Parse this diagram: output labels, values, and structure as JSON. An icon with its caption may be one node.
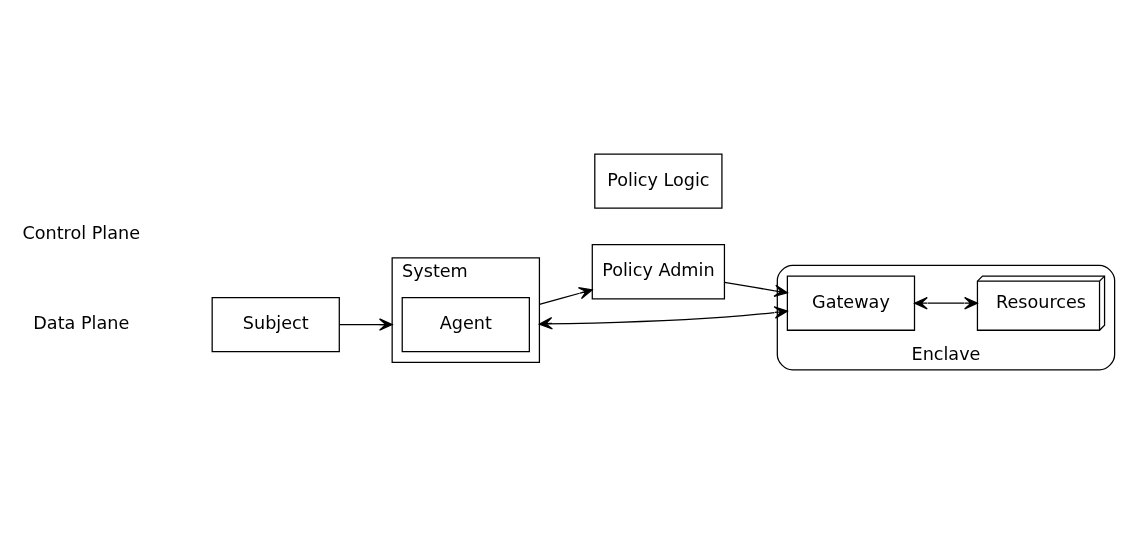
{
  "diagram": {
    "nodes": [
      {
        "text": [
          "Policy Logic"
        ]
      },
      {
        "text": [
          "Policy Admin"
        ]
      },
      {
        "text": [
          "Subject"
        ]
      },
      {
        "text": [
          "System"
        ]
      },
      {
        "text": [
          "Agent"
        ],
        "in": 3
      },
      {
        "text": [
          "Enclave"
        ]
      },
      {
        "text": [
          "Gateway"
        ],
        "in": 5
      },
      {
        "text": [
          "Resources"
        ],
        "in": 5
      }
    ],
    "edges": [
      {
        "from": 2,
        "to": 3,
        "arrow": "to"
      },
      {
        "from": 3,
        "to": 1,
        "arrow": "to"
      },
      {
        "from": 1,
        "to": 6,
        "arrow": "to"
      },
      {
        "from": 3,
        "to": 6,
        "arrow": "both"
      },
      {
        "from": 6,
        "to": 7,
        "arrow": "both"
      }
    ],
    "labels": [
      "Control Plane",
      "Data Plane"
    ]
  }
}
